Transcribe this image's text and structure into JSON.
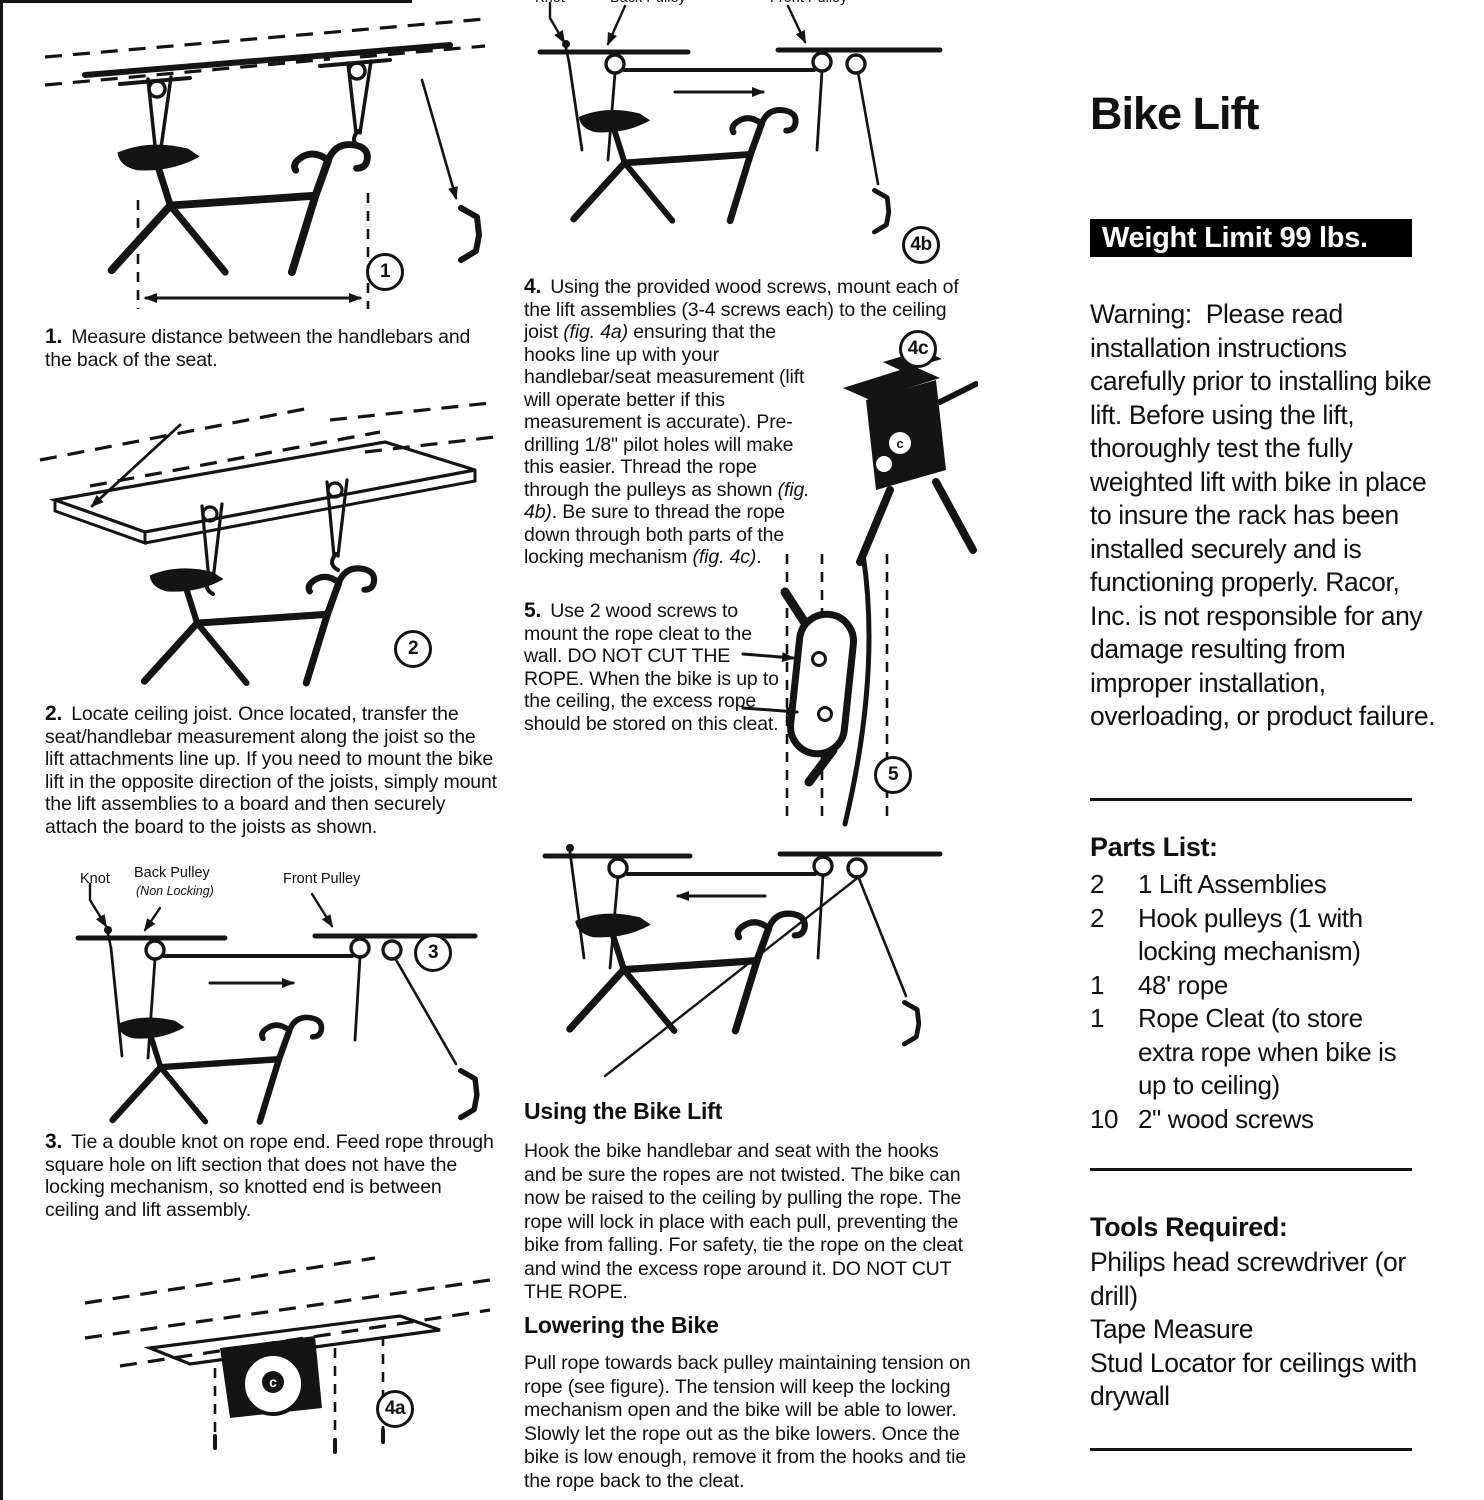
{
  "colors": {
    "ink": "#141414",
    "paper": "#ffffff",
    "banner_bg": "#000000",
    "banner_text": "#ffffff"
  },
  "right_panel": {
    "title": "Bike Lift",
    "weight_limit": "Weight Limit 99 lbs.",
    "warning": "Warning:  Please read installation instructions carefully prior to installing bike lift. Before using the lift, thoroughly test the fully weighted lift with bike in place to insure the rack has been installed securely and is functioning properly. Racor, Inc. is not responsible for any damage resulting from improper installation, overloading, or product failure.",
    "parts": {
      "heading": "Parts List:",
      "items": [
        {
          "qty": "2",
          "desc": "1 Lift Assemblies"
        },
        {
          "qty": "2",
          "desc": "Hook pulleys (1 with locking mechanism)"
        },
        {
          "qty": "1",
          "desc": "48' rope"
        },
        {
          "qty": "1",
          "desc": "Rope Cleat (to store extra rope when bike is up to ceiling)"
        },
        {
          "qty": "10",
          "desc": "2\" wood screws"
        }
      ]
    },
    "tools": {
      "heading": "Tools Required:",
      "items": [
        "Philips head screwdriver (or drill)",
        "Tape Measure",
        "Stud Locator for ceilings with drywall"
      ]
    }
  },
  "steps": {
    "s1": {
      "num": "1.",
      "text": "Measure distance between the handlebars and the back of the seat."
    },
    "s2": {
      "num": "2.",
      "text": "Locate ceiling joist. Once located, transfer the seat/handlebar measurement along the joist so the lift attachments line up. If you need to mount the bike lift in the opposite direction of the joists, simply mount the lift assemblies to a board and then securely attach the board to the joists as shown."
    },
    "s3": {
      "num": "3.",
      "text": "Tie a double knot on rope end. Feed rope through square hole on lift section that does not have the locking mechanism, so knotted end is between ceiling and lift assembly."
    },
    "s4": {
      "num": "4.",
      "t1": "Using the provided wood screws, mount each of the lift assemblies (3-4 screws each) to the ceiling joist ",
      "f1": "(fig. 4a)",
      "t2": " ensuring that the hooks line up with your handlebar/seat measurement (lift will operate better if this measurement is accurate). Pre-drilling 1/8\" pilot holes will make this easier. Thread the rope through the pulleys as shown ",
      "f2": "(fig. 4b)",
      "t3": ". Be sure to thread the rope down through both parts of the locking mechanism ",
      "f3": "(fig. 4c)",
      "t4": "."
    },
    "s5": {
      "num": "5.",
      "text": "Use 2 wood screws to mount the rope cleat to the wall. DO NOT CUT THE ROPE. When the bike is up to the ceiling, the excess rope should be stored on this cleat."
    }
  },
  "sections": {
    "using": {
      "heading": "Using the Bike Lift",
      "body": "Hook the bike handlebar and seat with the hooks and be sure the ropes are not twisted. The bike can now be raised to the ceiling by pulling the rope. The rope will lock in place with each pull, preventing the bike from falling. For safety, tie the rope on the cleat and wind the excess rope around it. DO NOT CUT THE ROPE."
    },
    "lowering": {
      "heading": "Lowering the Bike",
      "body": "Pull rope towards back pulley maintaining tension on rope (see figure). The tension will keep the locking mechanism open and the bike will be able to lower. Slowly let the rope out as the bike lowers. Once the bike is low enough, remove it from the hooks and tie the rope back to the cleat."
    }
  },
  "figures": {
    "labels": {
      "knot": "Knot",
      "back_pulley": "Back Pulley",
      "back_pulley_sub": "(Non Locking)",
      "front_pulley": "Front Pulley"
    },
    "numbers": {
      "fig1": "1",
      "fig2": "2",
      "fig3": "3",
      "fig4a": "4a",
      "fig4b": "4b",
      "fig4c": "4c",
      "fig5": "5"
    },
    "pulley_letter": "c"
  }
}
